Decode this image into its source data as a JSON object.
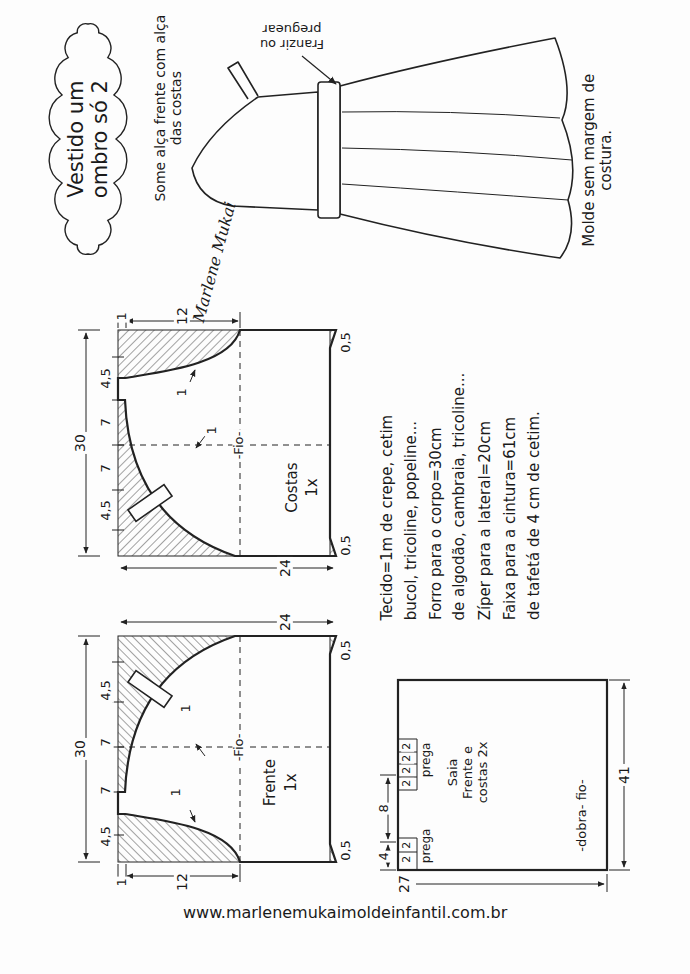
{
  "diagram": {
    "nodes": [
      {
        "text": [
          "Vestido um ombro só 2"
        ]
      },
      {
        "text": [
          "Costas",
          "1x",
          "-Fio-"
        ]
      },
      {
        "text": [
          "Frente",
          "1x",
          "-Fio-"
        ]
      },
      {
        "text": [
          "Saia Frente e costas 2x",
          "-dobra- fio-",
          "prega",
          "prega"
        ]
      }
    ],
    "labels": [
      "Some alça frente com alça das costas",
      "Franzir ou preguear",
      "Marlene Mukai",
      "Molde sem margem de costura.",
      "30",
      "1",
      "12",
      "4,5",
      "7",
      "7",
      "4,5",
      "1",
      "1",
      "0,5",
      "0,5",
      "24",
      "24",
      "30",
      "4,5",
      "7",
      "7",
      "4,5",
      "1",
      "1",
      "1",
      "12",
      "0,5",
      "0,5",
      "4",
      "8",
      "2",
      "2",
      "2",
      "2",
      "2",
      "2",
      "27",
      "41",
      "Tecido=1m de crepe, cetim",
      "bucol, tricoline, popeline...",
      "Forro para o corpo=30cm",
      "de algodão, cambraia, tricoline...",
      "Zíper para a lateral=20cm",
      "Faixa para a cintura=61cm",
      "de tafetá de 4 cm de cetim.",
      "www.marlenemukaimoldeinfantil.com.br"
    ]
  }
}
